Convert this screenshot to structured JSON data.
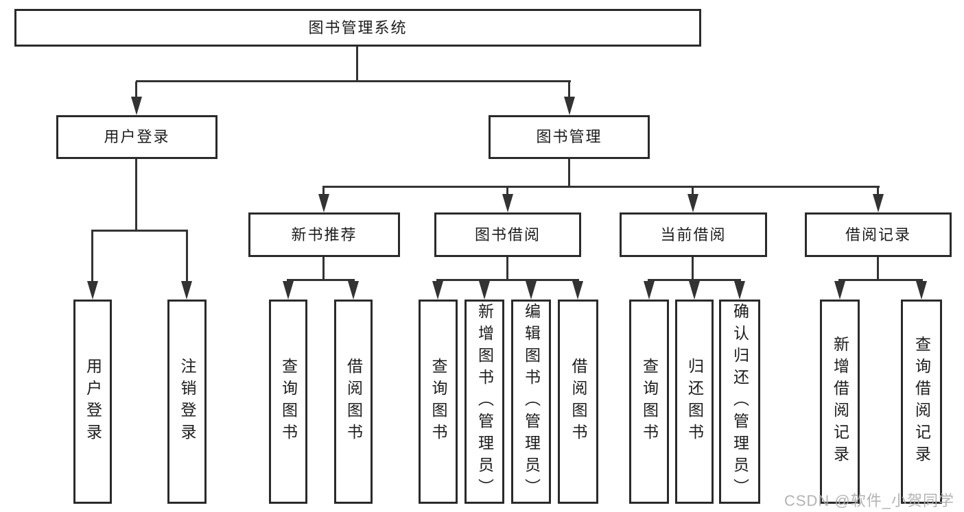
{
  "tree": {
    "root": {
      "label": "图书管理系统",
      "children": [
        {
          "label": "用户登录",
          "children": [
            {
              "label": "用户登录"
            },
            {
              "label": "注销登录"
            }
          ]
        },
        {
          "label": "图书管理",
          "children": [
            {
              "label": "新书推荐",
              "children": [
                {
                  "label": "查询图书"
                },
                {
                  "label": "借阅图书"
                }
              ]
            },
            {
              "label": "图书借阅",
              "children": [
                {
                  "label": "查询图书"
                },
                {
                  "label": "新增图书（管理员）"
                },
                {
                  "label": "编辑图书（管理员）"
                },
                {
                  "label": "借阅图书"
                }
              ]
            },
            {
              "label": "当前借阅",
              "children": [
                {
                  "label": "查询图书"
                },
                {
                  "label": "归还图书"
                },
                {
                  "label": "确认归还（管理员）"
                }
              ]
            },
            {
              "label": "借阅记录",
              "children": [
                {
                  "label": "新增借阅记录"
                },
                {
                  "label": "查询借阅记录"
                }
              ]
            }
          ]
        }
      ]
    }
  },
  "watermark": "CSDN @软件_小贺同学",
  "colors": {
    "background": "#ffffff",
    "box_border": "#2a2a2a",
    "connector_line": "#333333",
    "text": "#1c1c1c",
    "watermark": "#acacac"
  }
}
